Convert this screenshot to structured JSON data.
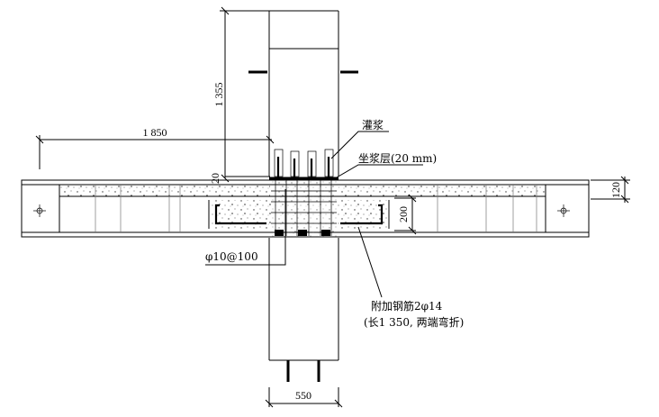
{
  "labels": {
    "grouting": "灌浆",
    "mortar_layer": "坐浆层(20 mm)",
    "stirrup": "φ10@100",
    "additional_rebar_line1": "附加钢筋2φ14",
    "additional_rebar_line2": "(长1 350, 两端弯折)"
  },
  "dimensions": {
    "column_height": "1 355",
    "half_span": "1 850",
    "mortar_thickness": "20",
    "slab_thickness": "120",
    "beam_depth": "200",
    "column_width": "550"
  }
}
